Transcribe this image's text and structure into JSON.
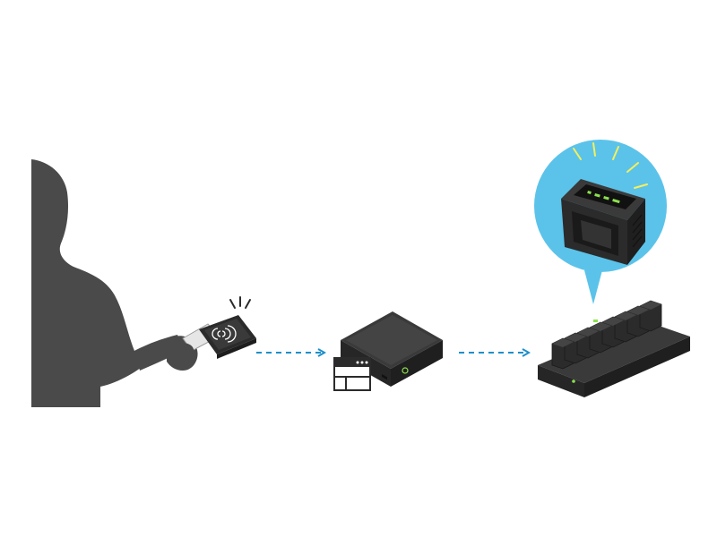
{
  "diagram": {
    "steps": [
      {
        "name": "user-presents-card",
        "icon": "person-silhouette-icon"
      },
      {
        "name": "card-reader",
        "icon": "rfid-card-reader-icon"
      },
      {
        "name": "door-controller",
        "icon": "controller-box-icon"
      },
      {
        "name": "camera-docking-station",
        "icon": "docking-station-icon"
      }
    ],
    "connectors": [
      {
        "from": "card-reader",
        "to": "door-controller",
        "style": "dashed-arrow"
      },
      {
        "from": "door-controller",
        "to": "camera-docking-station",
        "style": "dashed-arrow"
      }
    ],
    "callout": {
      "target": "camera-docking-station",
      "icon": "body-worn-camera-icon"
    }
  },
  "colors": {
    "silhouette": "#4a4a4a",
    "device_dark": "#2b2b2b",
    "device_top": "#3a3a3a",
    "arrow": "#1e8fc9",
    "callout_bg": "#5bc3ea",
    "led_green": "#8be04e",
    "card": "#e6e6e6"
  }
}
